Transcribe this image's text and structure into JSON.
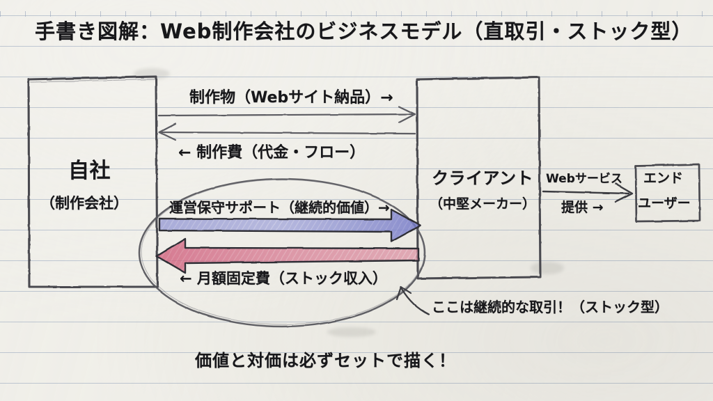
{
  "title": "手書き図解：Web制作会社のビジネスモデル（直取引・ストック型）",
  "nodes": {
    "self": {
      "main": "自社",
      "sub": "（制作会社）"
    },
    "client": {
      "main": "クライアント",
      "sub": "（中堅メーカー）"
    },
    "end_user": {
      "line1": "エンド",
      "line2": "ユーザー"
    }
  },
  "flows": {
    "deliverable": "制作物（Webサイト納品）→",
    "production_fee": "← 制作費（代金・フロー）",
    "support": "運営保守サポート（継続的価値）→",
    "monthly_fee": "← 月額固定費（ストック収入）",
    "web_service": "Webサービス",
    "provide": "提供 →"
  },
  "annotations": {
    "stock_note": "ここは継続的な取引！（ストック型）",
    "caption": "価値と対価は必ずセットで描く！"
  },
  "colors": {
    "ink": "#17171a",
    "pencil": "#56565c",
    "paper": "#f4f3ef",
    "rule_line": "#96a5be",
    "value_arrow": "#6b6fc4",
    "money_arrow": "#cc5674"
  }
}
